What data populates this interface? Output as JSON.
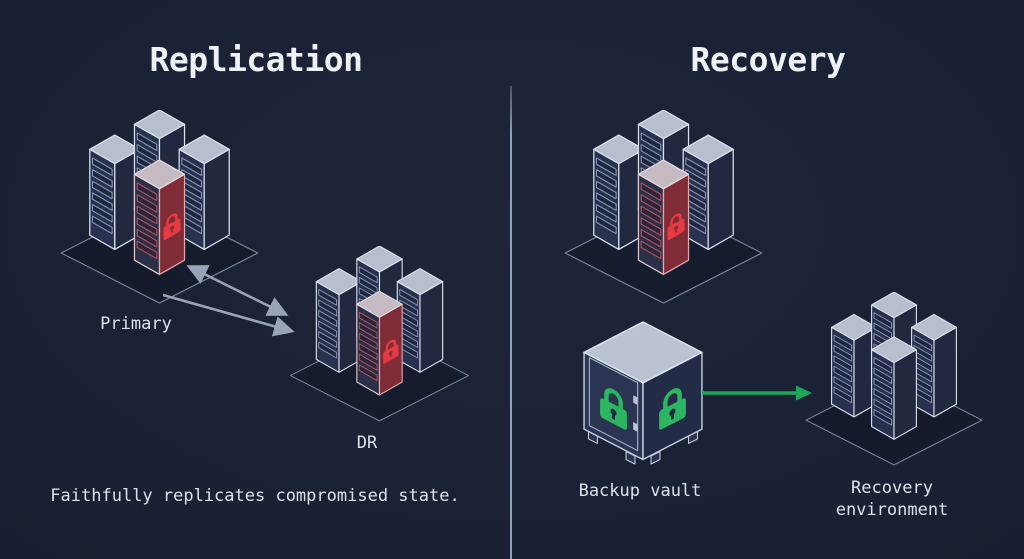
{
  "left_panel": {
    "title": "Replication",
    "primary_label": "Primary",
    "dr_label": "DR",
    "caption": "Faithfully replicates compromised state."
  },
  "right_panel": {
    "title": "Recovery",
    "vault_label": "Backup vault",
    "recovery_env_label": "Recovery environment"
  },
  "icons": [
    "lock-icon-red-compromised-server",
    "lock-icon-green-vault-door",
    "lock-icon-green-vault-side",
    "double-arrow-replication",
    "arrow-right-restore"
  ],
  "colors": {
    "background": "#192033",
    "compromised_red": "#e53944",
    "compromised_face": "#7f2c36",
    "secure_green": "#2cb563",
    "restore_arrow_green": "#1ca75a",
    "replication_arrow_gray": "#97a4ba",
    "server_top": "#b5bfce",
    "server_face": "#28324f",
    "divider": "#9db0c6",
    "text": "#e9edf4"
  }
}
